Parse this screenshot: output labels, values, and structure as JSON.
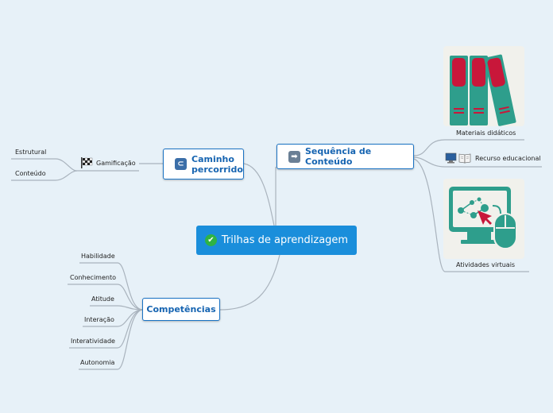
{
  "central": {
    "label": "Trilhas de aprendizagem"
  },
  "branches": {
    "caminho": {
      "label_line1": "Caminho",
      "label_line2": "percorrido"
    },
    "sequencia": {
      "label": "Sequência de Conteúdo"
    },
    "competencias": {
      "label": "Competências"
    }
  },
  "gamificacao": {
    "label": "Gamificação",
    "children": [
      "Estrutural",
      "Conteúdo"
    ]
  },
  "sequencia_children": {
    "materiais": "Materiais didáticos",
    "recurso": "Recurso educacional",
    "atividades": "Atividades virtuais"
  },
  "competencias_children": [
    "Habilidade",
    "Conhecimento",
    "Atitude",
    "Interação",
    "Interatividade",
    "Autonomia"
  ],
  "colors": {
    "background": "#e7f1f8",
    "central": "#1a8edb",
    "node_border": "#1a73c4",
    "node_text": "#1664b1",
    "connector": "#a9b3bd",
    "binder_teal": "#2e9e8c",
    "binder_red": "#c8173a",
    "monitor_teal": "#2e9e8c"
  },
  "icons": {
    "central": "check-circle-icon",
    "caminho": "u-turn-arrow-icon",
    "sequencia": "arrow-right-icon",
    "gamificacao": "checkered-flag-icon",
    "recurso": "monitor-book-icon"
  }
}
